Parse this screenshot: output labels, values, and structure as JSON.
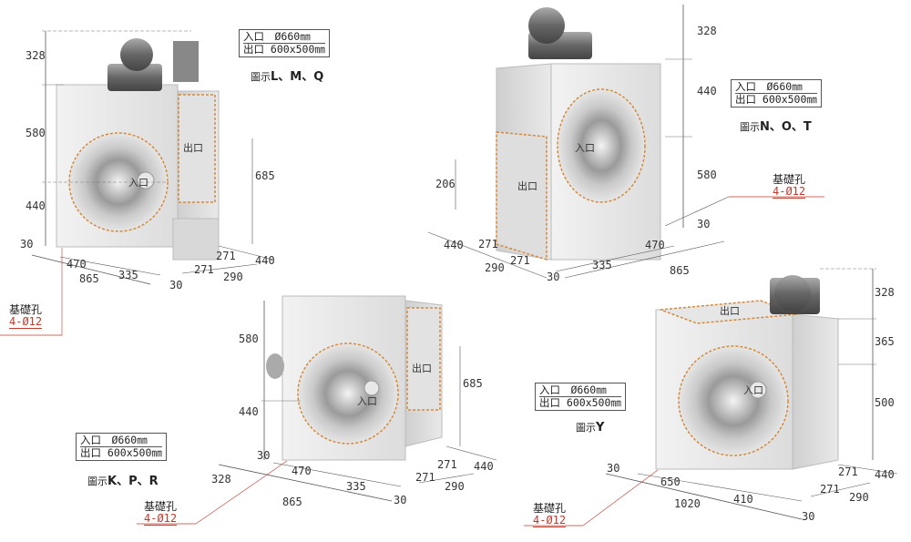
{
  "spec": {
    "inlet": "入口　Ø660㎜",
    "outlet": "出口 600x500㎜"
  },
  "base_hole": {
    "label": "基礎孔",
    "spec": "4-Ø12"
  },
  "labels": {
    "inlet": "入口",
    "outlet": "出口"
  },
  "figures": {
    "lmq": {
      "prefix": "圖示",
      "models": "L、M、Q"
    },
    "not": {
      "prefix": "圖示",
      "models": "N、O、T"
    },
    "kpr": {
      "prefix": "圖示",
      "models": "K、P、R"
    },
    "y": {
      "prefix": "圖示",
      "models": "Y"
    }
  },
  "dims": {
    "lmq": {
      "h_motor": "328",
      "h_mid": "580",
      "h_low": "440",
      "h_outlet": "685",
      "w_total": "865",
      "w_a": "470",
      "w_b": "335",
      "off_a": "30",
      "off_b": "30",
      "d_a": "271",
      "d_b": "271",
      "d_c": "290",
      "d_d": "440"
    },
    "not": {
      "h_motor": "328",
      "h_mid": "440",
      "h_low": "580",
      "h_outlet": "206",
      "w_total": "865",
      "w_a": "470",
      "w_b": "335",
      "off_a": "30",
      "off_b": "30",
      "d_a": "271",
      "d_b": "271",
      "d_c": "290",
      "d_d": "440"
    },
    "kpr": {
      "h_mid": "580",
      "h_low": "440",
      "h_outlet": "685",
      "h_side": "328",
      "w_total": "865",
      "w_a": "470",
      "w_b": "335",
      "off_a": "30",
      "off_b": "30",
      "d_a": "271",
      "d_b": "271",
      "d_c": "290",
      "d_d": "440"
    },
    "y": {
      "h_motor": "328",
      "h_mid": "365",
      "h_low": "500",
      "w_total": "1020",
      "w_a": "650",
      "w_b": "410",
      "off_a": "30",
      "off_b": "30",
      "d_a": "271",
      "d_b": "271",
      "d_c": "290",
      "d_d": "440"
    }
  }
}
